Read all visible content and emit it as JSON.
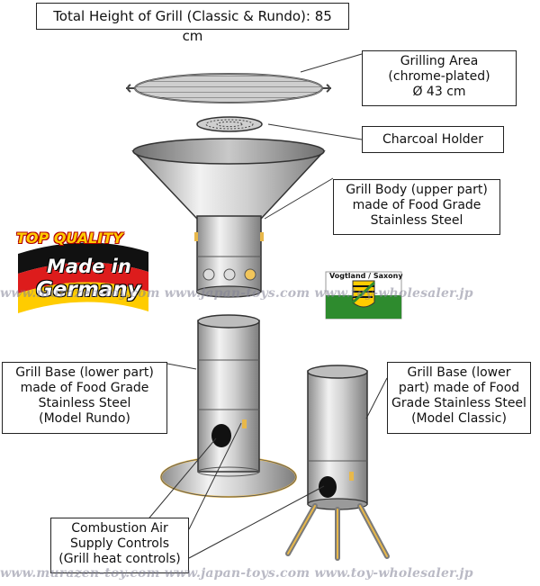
{
  "title": "Total Height of Grill (Classic & Rundo):  85 cm",
  "labels": {
    "grilling_area": [
      "Grilling Area",
      "(chrome-plated)",
      "Ø 43 cm"
    ],
    "charcoal_holder": [
      "Charcoal Holder"
    ],
    "grill_body": [
      "Grill Body (upper part)",
      "made of Food Grade",
      "Stainless Steel"
    ],
    "base_rundo": [
      "Grill Base (lower part)",
      "made of Food Grade",
      "Stainless Steel",
      "(Model Rundo)"
    ],
    "base_classic": [
      "Grill Base (lower",
      "part) made of Food",
      "Grade Stainless Steel",
      "(Model Classic)"
    ],
    "air_controls": [
      "Combustion Air",
      "Supply Controls",
      "(Grill heat controls)"
    ]
  },
  "badge": {
    "top_quality": "TOP QUALITY",
    "made_in": "Made in",
    "germany": "Germany"
  },
  "flag": {
    "region": "Vogtland / Saxony"
  },
  "watermarks": [
    "www.murazen-toy.com www.japan-toys.com www.toy-wholesaler.jp",
    "www.murazen-toy.com www.japan-toys.com www.toy-wholesaler.jp"
  ],
  "colors": {
    "steel_light": "#d9d9d9",
    "steel_dark": "#7a7a7a",
    "rim_gold": "#e8b84a",
    "flag_black": "#111111",
    "flag_red": "#dd1c1c",
    "flag_gold": "#ffcc00",
    "saxony_green": "#2e8b2e"
  }
}
